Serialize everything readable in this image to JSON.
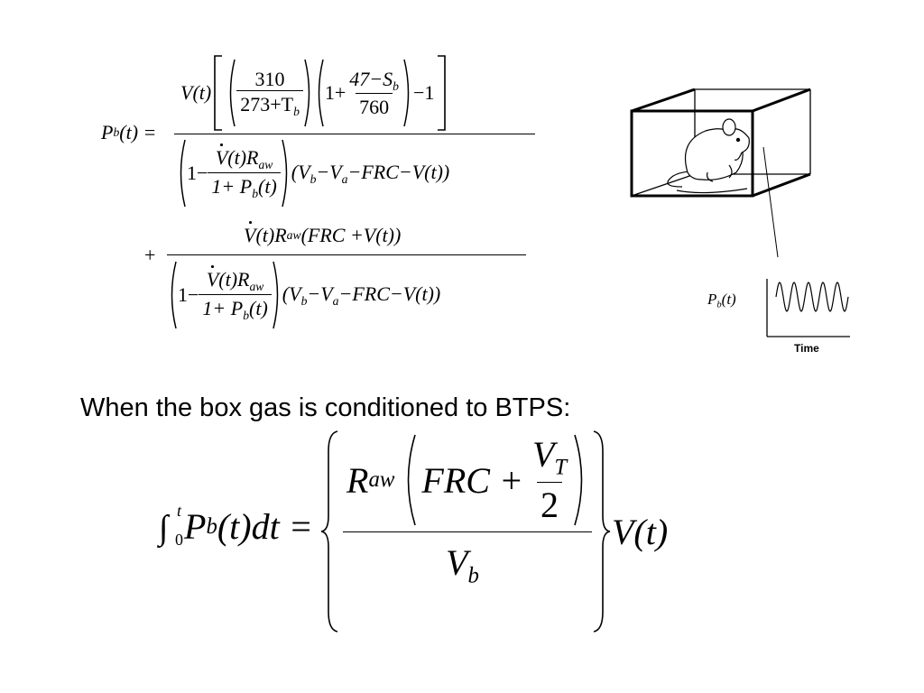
{
  "equation1": {
    "lhs": "P",
    "lhs_sub": "b",
    "lhs_arg": "(t) =",
    "term1": {
      "numerator": {
        "volume": "V(t)",
        "frac310_num": "310",
        "frac310_den_a": "273+T",
        "frac310_den_sub": "b",
        "one_plus": "1+",
        "frac47_num_a": "47−S",
        "frac47_num_sub": "b",
        "frac47_den": "760",
        "minus_one": "−1"
      },
      "denominator": {
        "one_minus": "1−",
        "flow_num_a": "V",
        "flow_num_b": "(t)R",
        "flow_num_sub": "aw",
        "flow_den_a": "1+ P",
        "flow_den_sub": "b",
        "flow_den_b": "(t)",
        "vol_a": "(V",
        "vol_a_sub": "b",
        "vol_b": "−V",
        "vol_b_sub": "a",
        "vol_c": "−FRC−V(t))"
      }
    },
    "plus": "+",
    "term2": {
      "numerator": {
        "flow_a": "V",
        "flow_b": "(t)R",
        "flow_sub": "aw",
        "rest": "(FRC +V(t))"
      },
      "denominator": {
        "one_minus": "1−",
        "flow_num_a": "V",
        "flow_num_b": "(t)R",
        "flow_num_sub": "aw",
        "flow_den_a": "1+ P",
        "flow_den_sub": "b",
        "flow_den_b": "(t)",
        "vol_a": "(V",
        "vol_a_sub": "b",
        "vol_b": "−V",
        "vol_b_sub": "a",
        "vol_c": "−FRC−V(t))"
      }
    }
  },
  "trace": {
    "label_a": "P",
    "label_sub": "b",
    "label_b": "(t)",
    "axis_label": "Time",
    "oscillation_cycles": 5,
    "amplitude": 0.8
  },
  "caption": "When the box gas is conditioned to BTPS:",
  "equation2": {
    "integral": "∫",
    "upper": "t",
    "lower": "0",
    "lhs_a": "P",
    "lhs_sub": "b",
    "lhs_b": "(t)dt =",
    "num_r": "R",
    "num_r_sub": "aw",
    "num_frc": "FRC +",
    "vt_num": "V",
    "vt_sub": "T",
    "vt_den": "2",
    "den_v": "V",
    "den_v_sub": "b",
    "rhs": "V(t)"
  }
}
